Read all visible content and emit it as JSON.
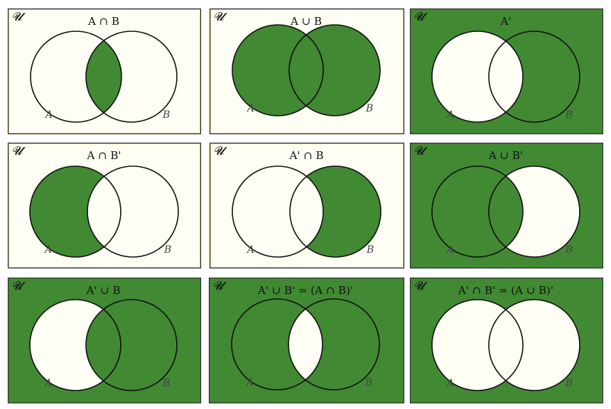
{
  "colors": {
    "shade": "#418933",
    "paper": "#fefef4",
    "frame_light": "#2f2f2f",
    "frame_light_accent": "#c8c07a",
    "stroke": "#111111"
  },
  "universe_symbol": "𝓤",
  "set_labels": {
    "a": "A",
    "b": "B"
  },
  "panels": [
    {
      "id": "a-intersect-b",
      "title": "A ∩ B",
      "regions": {
        "outside": false,
        "a_only": false,
        "both": true,
        "b_only": false
      }
    },
    {
      "id": "a-union-b",
      "title": "A ∪ B",
      "regions": {
        "outside": false,
        "a_only": true,
        "both": true,
        "b_only": true
      }
    },
    {
      "id": "a-complement",
      "title": "A'",
      "regions": {
        "outside": true,
        "a_only": false,
        "both": false,
        "b_only": true
      }
    },
    {
      "id": "a-intersect-b-comp",
      "title": "A ∩ B'",
      "regions": {
        "outside": false,
        "a_only": true,
        "both": false,
        "b_only": false
      }
    },
    {
      "id": "a-comp-intersect-b",
      "title": "A' ∩ B",
      "regions": {
        "outside": false,
        "a_only": false,
        "both": false,
        "b_only": true
      }
    },
    {
      "id": "a-union-b-comp",
      "title": "A ∪ B'",
      "regions": {
        "outside": true,
        "a_only": true,
        "both": true,
        "b_only": false
      }
    },
    {
      "id": "a-comp-union-b",
      "title": "A' ∪ B",
      "regions": {
        "outside": true,
        "a_only": false,
        "both": true,
        "b_only": true
      }
    },
    {
      "id": "a-comp-union-b-comp",
      "title": "A' ∪ B' = (A ∩ B)'",
      "regions": {
        "outside": true,
        "a_only": true,
        "both": false,
        "b_only": true
      }
    },
    {
      "id": "a-comp-intersect-b-comp",
      "title": "A' ∩ B' = (A ∪ B)'",
      "regions": {
        "outside": true,
        "a_only": false,
        "both": false,
        "b_only": false
      }
    }
  ]
}
